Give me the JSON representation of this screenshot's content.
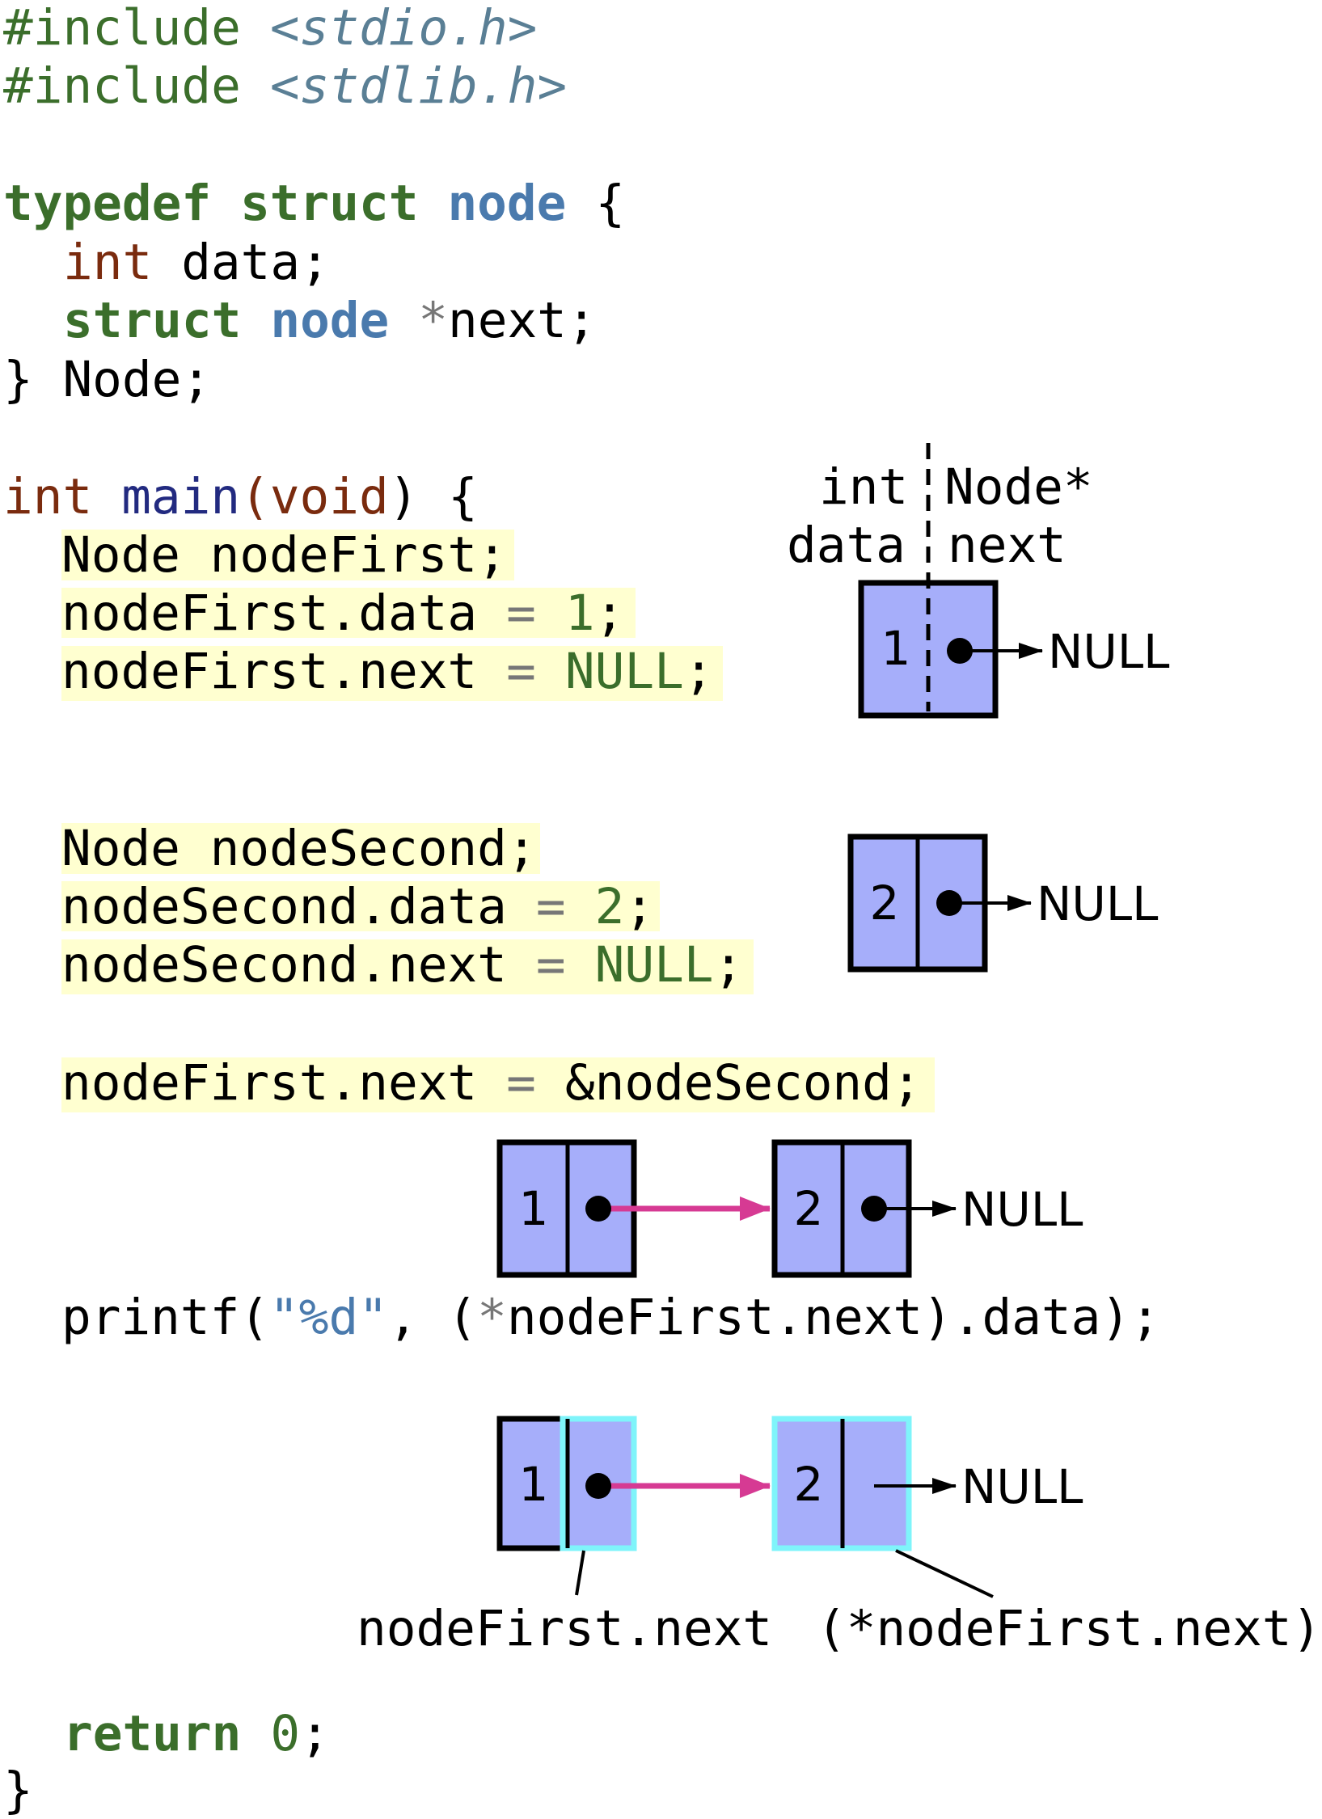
{
  "code": {
    "include1": {
      "directive": "#include",
      "header": "<stdio.h>"
    },
    "include2": {
      "directive": "#include",
      "header": "<stdlib.h>"
    },
    "typedef_kw": "typedef",
    "struct_kw": "struct",
    "node_name": "node",
    "brace_open": "{",
    "int_kw": "int",
    "data_field": "data;",
    "struct_kw2": "struct",
    "node_name2": "node",
    "star": "*",
    "next_field": "next;",
    "close_struct": "} Node;",
    "main_int": "int",
    "main_name": "main",
    "main_paren_open": "(",
    "main_void": "void",
    "main_rest": ") {",
    "line_node_first": "Node nodeFirst;",
    "line_first_data_lhs": "nodeFirst.data",
    "eq": "=",
    "val_1": "1",
    "semi": ";",
    "line_first_next_lhs": "nodeFirst.next",
    "val_null": "NULL",
    "line_node_second": "Node nodeSecond;",
    "line_second_data_lhs": "nodeSecond.data",
    "val_2": "2",
    "line_second_next_lhs": "nodeSecond.next",
    "line_link_lhs": "nodeFirst.next",
    "line_link_rhs": "&nodeSecond;",
    "printf_fn": "printf(",
    "printf_fmt": "\"%d\"",
    "printf_sep": ", (",
    "printf_star": "*",
    "printf_rest": "nodeFirst.next).data);",
    "return_kw": "return",
    "return_val": "0",
    "return_semi": ";",
    "close_main": "}"
  },
  "diagram": {
    "label_int": "int",
    "label_data": "data",
    "label_nodeptr": "Node*",
    "label_next": "next",
    "null_label": "NULL",
    "node1_value": "1",
    "node2_value": "2",
    "annotation_next": "nodeFirst.next",
    "annotation_deref": "(*nodeFirst.next)"
  },
  "colors": {
    "cell_fill": "#a6aefa",
    "highlight": "#ffffd0",
    "pointer_arrow": "#d63a93",
    "selection_outline": "#7ff4fa"
  }
}
